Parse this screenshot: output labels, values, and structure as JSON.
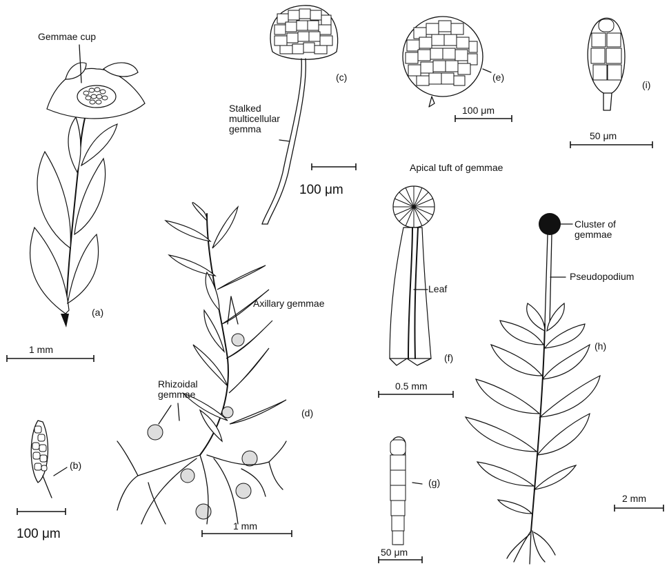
{
  "labels": {
    "a": "(a)",
    "b": "(b)",
    "c": "(c)",
    "d": "(d)",
    "e": "(e)",
    "f": "(f)",
    "g": "(g)",
    "h": "(h)",
    "i": "(i)"
  },
  "callouts": {
    "gemmae_cup": "Gemmae cup",
    "stalked_gemma": "Stalked\nmulticellular\ngemma",
    "apical_tuft": "Apical tuft of gemmae",
    "axillary": "Axillary gemmae",
    "rhizoidal": "Rhizoidal\ngemmae",
    "leaf": "Leaf",
    "cluster": "Cluster of\ngemmae",
    "pseudopodium": "Pseudopodium"
  },
  "scale_bars": {
    "a": "1 mm",
    "b": "100 μm",
    "c": "100 μm",
    "d": "1 mm",
    "e": "100 μm",
    "f": "0.5 mm",
    "g": "50 μm",
    "h": "2 mm",
    "i": "50 μm"
  }
}
